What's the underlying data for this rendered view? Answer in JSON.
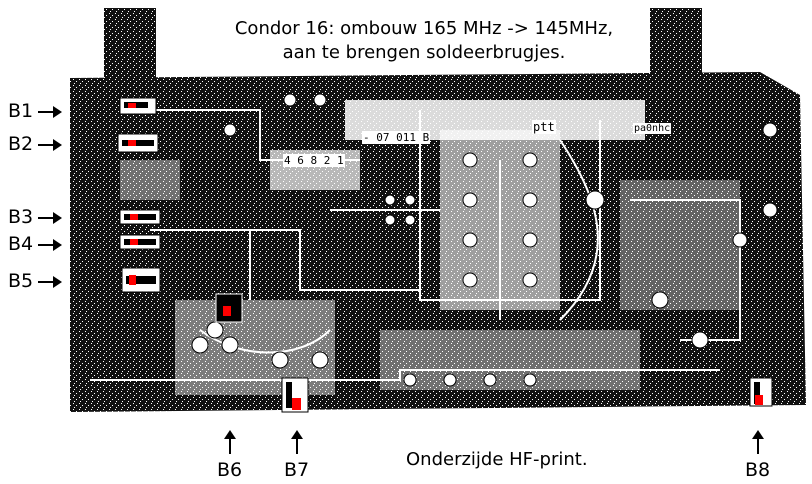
{
  "title": {
    "line1": "Condor 16: ombouw 165 MHz  ->  145MHz,",
    "line2": "aan te brengen soldeerbrugjes."
  },
  "caption": "Onderzijde HF-print.",
  "board_markings": {
    "part_number": "- 07 011 B",
    "code": "4 6 8 2 1",
    "ptt": "ptt",
    "author": "pa0nhc"
  },
  "bridges_left": [
    {
      "label": "B1"
    },
    {
      "label": "B2"
    },
    {
      "label": "B3"
    },
    {
      "label": "B4"
    },
    {
      "label": "B5"
    }
  ],
  "bridges_bottom": [
    {
      "label": "B6"
    },
    {
      "label": "B7"
    },
    {
      "label": "B8"
    }
  ],
  "colors": {
    "board": "#000000",
    "copper_free": "#ffffff",
    "solder_bridge": "#ff0000"
  }
}
